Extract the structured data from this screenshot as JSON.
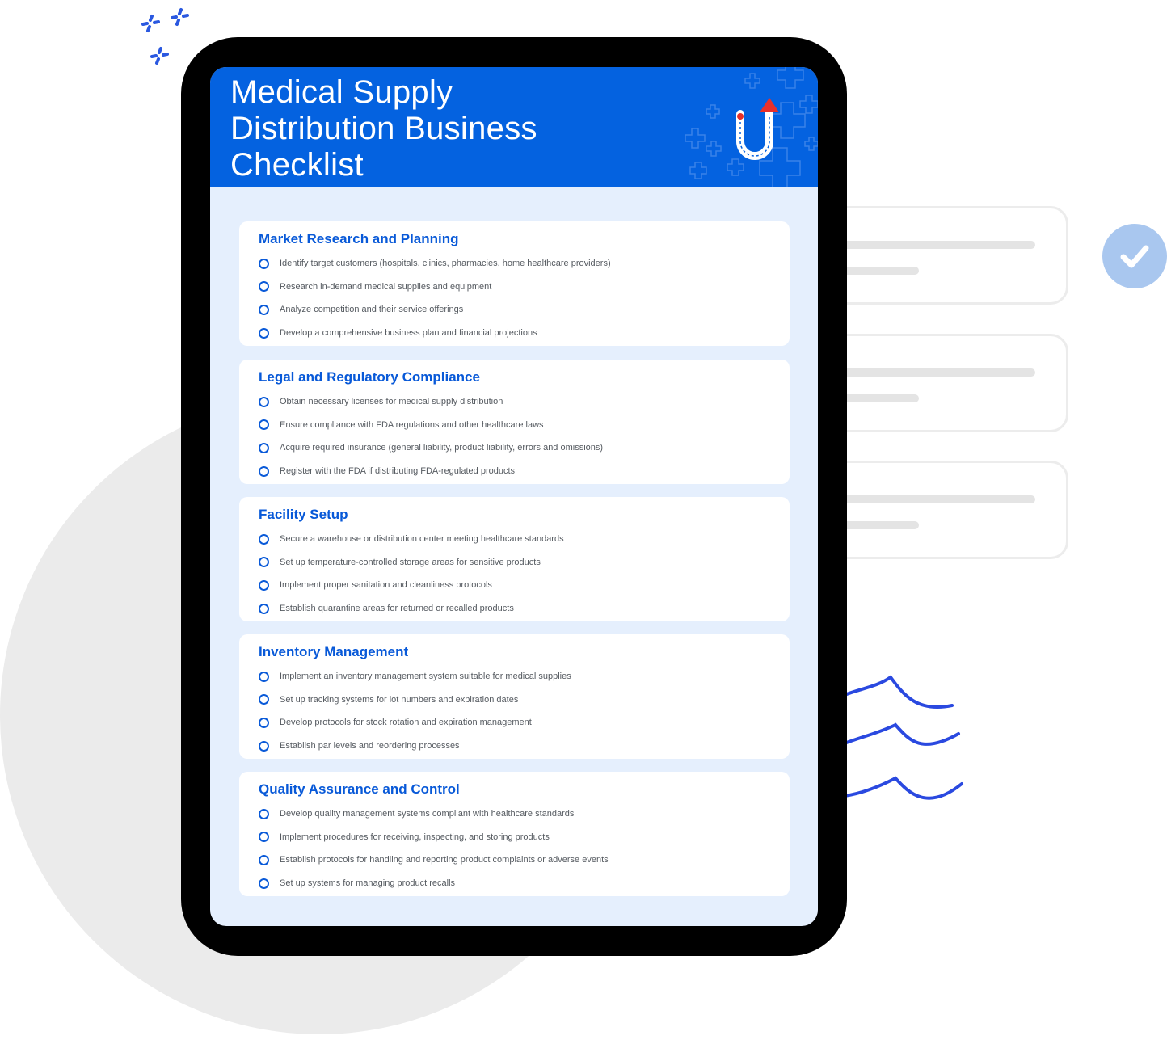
{
  "document": {
    "title": "Medical Supply Distribution Business Checklist"
  },
  "sections": [
    {
      "heading": "Market Research and Planning",
      "items": [
        "Identify target customers (hospitals, clinics, pharmacies, home healthcare providers)",
        "Research in-demand medical supplies and equipment",
        "Analyze competition and their service offerings",
        "Develop a comprehensive business plan and financial projections"
      ]
    },
    {
      "heading": "Legal and Regulatory Compliance",
      "items": [
        "Obtain necessary licenses for medical supply distribution",
        "Ensure compliance with FDA regulations and other healthcare laws",
        "Acquire required insurance (general liability, product liability, errors and omissions)",
        "Register with the FDA if distributing FDA-regulated products"
      ]
    },
    {
      "heading": "Facility Setup",
      "items": [
        "Secure a warehouse or distribution center meeting healthcare standards",
        "Set up temperature-controlled storage areas for sensitive products",
        "Implement proper sanitation and cleanliness protocols",
        "Establish quarantine areas for returned or recalled products"
      ]
    },
    {
      "heading": "Inventory Management",
      "items": [
        "Implement an inventory management system suitable for medical supplies",
        "Set up tracking systems for lot numbers and expiration dates",
        "Develop protocols for stock rotation and expiration management",
        "Establish par levels and reordering processes"
      ]
    },
    {
      "heading": "Quality Assurance and Control",
      "items": [
        "Develop quality management systems compliant with healthcare standards",
        "Implement procedures for receiving, inspecting, and storing products",
        "Establish protocols for handling and reporting product complaints or adverse events",
        "Set up systems for managing product recalls"
      ]
    }
  ],
  "icons": {
    "logo": "u-turn-arrow-logo-icon",
    "checkbox": "empty-circle-checkbox-icon",
    "badge": "checkmark-icon"
  },
  "colors": {
    "header_blue": "#0462e0",
    "heading_blue": "#0859d8",
    "screen_bg": "#e5effd",
    "accent_red": "#e8302a",
    "wave_blue": "#2a49e0"
  }
}
